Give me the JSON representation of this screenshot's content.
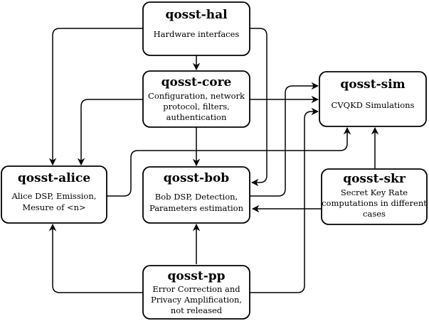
{
  "nodes": {
    "hal": {
      "title": "qosst-hal",
      "lines": [
        "Hardware interfaces"
      ]
    },
    "core": {
      "title": "qosst-core",
      "lines": [
        "Configuration, network",
        "protocol, filters,",
        "authentication"
      ]
    },
    "sim": {
      "title": "qosst-sim",
      "lines": [
        "CVQKD Simulations"
      ]
    },
    "alice": {
      "title": "qosst-alice",
      "lines": [
        "Alice DSP, Emission,",
        "Mesure of <n>"
      ]
    },
    "bob": {
      "title": "qosst-bob",
      "lines": [
        "Bob DSP, Detection,",
        "Parameters estimation"
      ]
    },
    "skr": {
      "title": "qosst-skr",
      "lines": [
        "Secret Key Rate",
        "computations in different",
        "cases"
      ]
    },
    "pp": {
      "title": "qosst-pp",
      "lines": [
        "Error Correction and",
        "Privacy Amplification,",
        "not released"
      ]
    }
  },
  "edges": [
    {
      "from": "hal",
      "to": "core"
    },
    {
      "from": "hal",
      "to": "alice"
    },
    {
      "from": "hal",
      "to": "bob"
    },
    {
      "from": "core",
      "to": "bob"
    },
    {
      "from": "core",
      "to": "alice"
    },
    {
      "from": "core",
      "to": "sim"
    },
    {
      "from": "alice",
      "to": "sim"
    },
    {
      "from": "bob",
      "to": "sim"
    },
    {
      "from": "skr",
      "to": "sim"
    },
    {
      "from": "skr",
      "to": "bob"
    },
    {
      "from": "pp",
      "to": "alice"
    },
    {
      "from": "pp",
      "to": "bob"
    },
    {
      "from": "pp",
      "to": "sim"
    }
  ]
}
